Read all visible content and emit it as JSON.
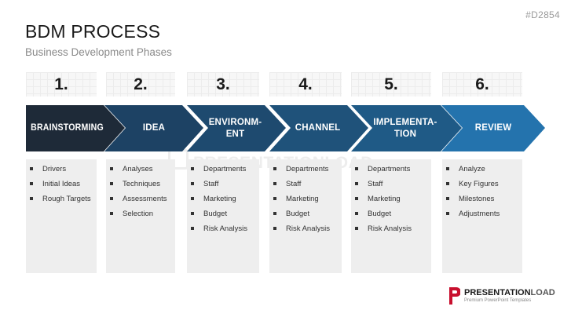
{
  "slide_id": "#D2854",
  "title": "BDM PROCESS",
  "subtitle": "Business Development Phases",
  "phases": [
    {
      "number": "1.",
      "label": "BRAINSTORMING",
      "color": "#1e2a38",
      "items": [
        "Drivers",
        "Initial Ideas",
        "Rough Targets"
      ]
    },
    {
      "number": "2.",
      "label": "IDEA",
      "color": "#1d4264",
      "items": [
        "Analyses",
        "Techniques",
        "Assessments",
        "Selection"
      ]
    },
    {
      "number": "3.",
      "label": "ENVIRONM-\nENT",
      "color": "#1e4a6f",
      "items": [
        "Departments",
        "Staff",
        "Marketing",
        "Budget",
        "Risk Analysis"
      ]
    },
    {
      "number": "4.",
      "label": "CHANNEL",
      "color": "#1f527a",
      "items": [
        "Departments",
        "Staff",
        "Marketing",
        "Budget",
        "Risk Analysis"
      ]
    },
    {
      "number": "5.",
      "label": "IMPLEMENTA-\nTION",
      "color": "#1f5a86",
      "items": [
        "Departments",
        "Staff",
        "Marketing",
        "Budget",
        "Risk Analysis"
      ]
    },
    {
      "number": "6.",
      "label": "REVIEW",
      "color": "#2473ad",
      "items": [
        "Analyze",
        "Key Figures",
        "Milestones",
        "Adjustments"
      ]
    }
  ],
  "watermark": "PRESENTATIONLOAD",
  "logo": {
    "brand_bold": "PRESENTATION",
    "brand_light": "LOAD",
    "tagline": "Premium PowerPoint Templates",
    "icon": "presentationload-logo-icon",
    "accent": "#c8102e"
  }
}
